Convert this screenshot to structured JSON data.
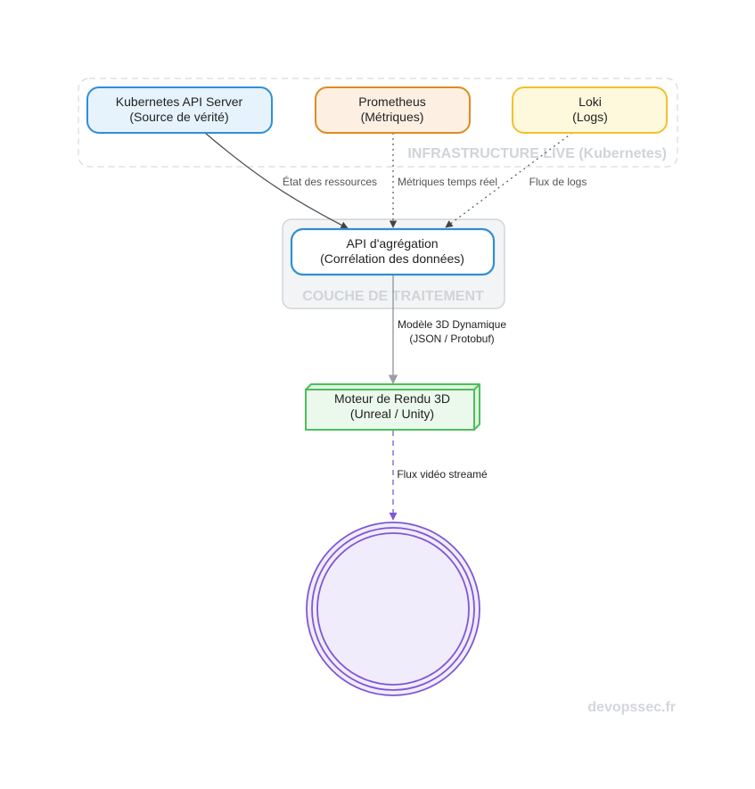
{
  "clusters": {
    "infrastructure": {
      "label": "INFRASTRUCTURE LIVE (Kubernetes)"
    },
    "processing": {
      "label": "COUCHE DE TRAITEMENT"
    }
  },
  "nodes": {
    "k8s_api": {
      "line1": "Kubernetes API Server",
      "line2": "(Source de vérité)"
    },
    "prometheus": {
      "line1": "Prometheus",
      "line2": "(Métriques)"
    },
    "loki": {
      "line1": "Loki",
      "line2": "(Logs)"
    },
    "aggregation_api": {
      "line1": "API d'agrégation",
      "line2": "(Corrélation des données)"
    },
    "render_engine": {
      "line1": "Moteur de Rendu 3D",
      "line2": "(Unreal / Unity)"
    }
  },
  "edges": {
    "k8s_to_api": "État des ressources",
    "prom_to_api": "Métriques temps réel",
    "loki_to_api": "Flux de logs",
    "api_to_render": {
      "line1": "Modèle 3D Dynamique",
      "line2": "(JSON / Protobuf)"
    },
    "render_to_client": "Flux vidéo streamé"
  },
  "watermark": "devopssec.fr",
  "colors": {
    "blue": "#2f8fd6",
    "orange": "#e08a1e",
    "yellow": "#f2c12e",
    "green": "#4cbf5a",
    "purple": "#7e57d6",
    "cluster_border": "#d5d9dd"
  }
}
